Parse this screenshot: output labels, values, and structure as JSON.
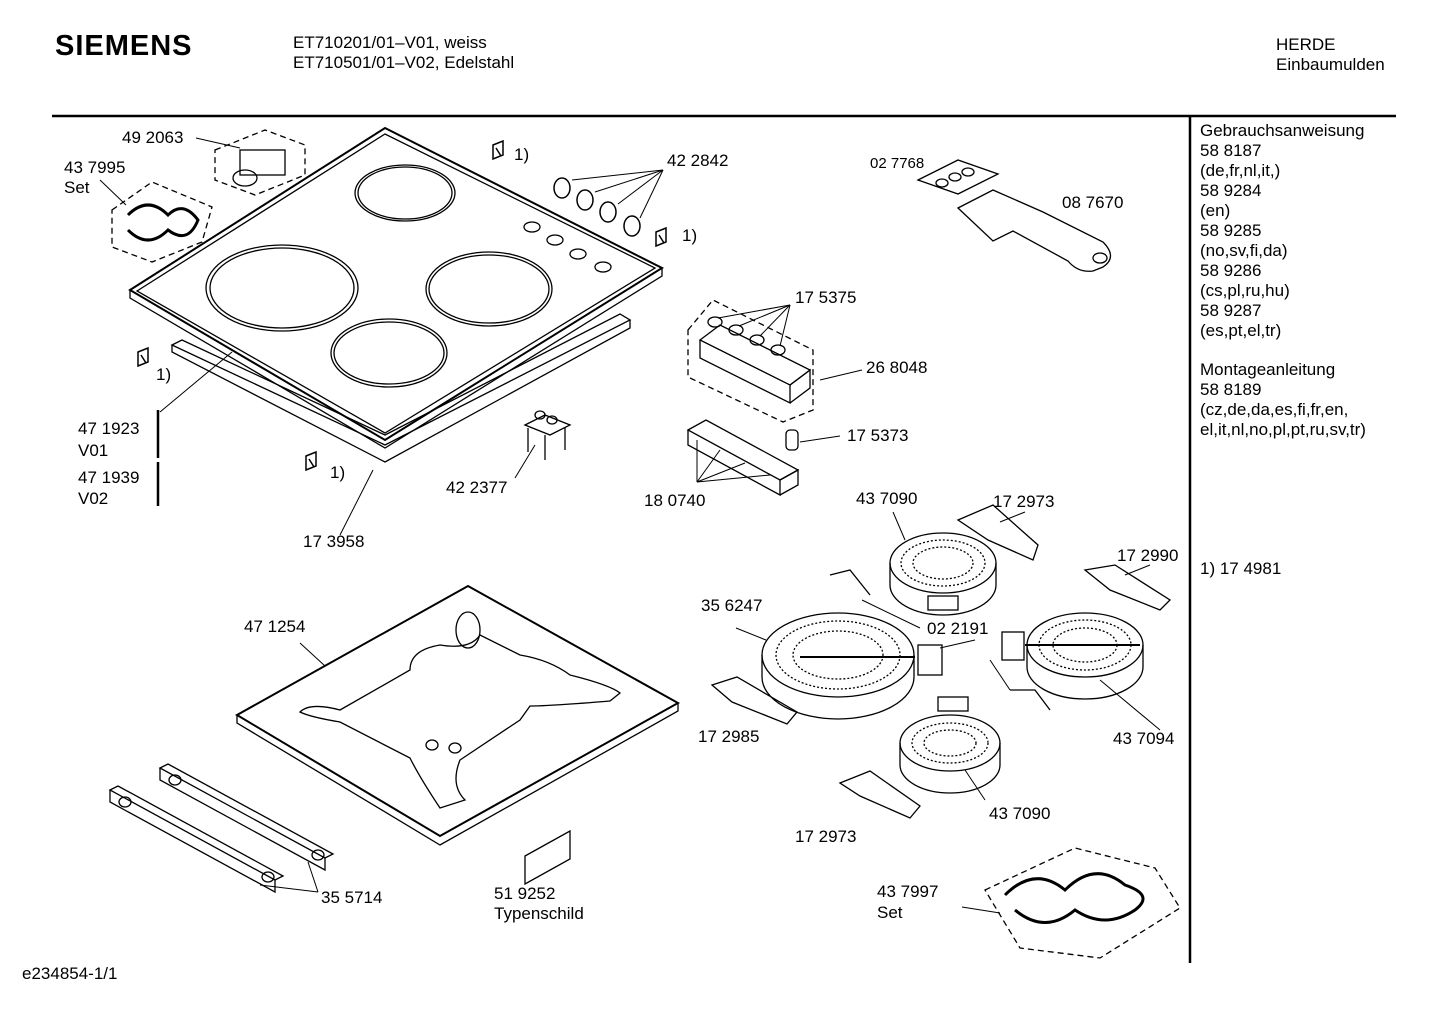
{
  "header": {
    "brand": "SIEMENS",
    "model_lines": [
      "ET710201/01–V01, weiss",
      "ET710501/01–V02, Edelstahl"
    ],
    "category_lines": [
      "HERDE",
      "Einbaumulden"
    ]
  },
  "parts": {
    "p492063": "49 2063",
    "p437995": "43 7995",
    "p437995_note": "Set",
    "note1_a": "1)",
    "note1_b": "1)",
    "note1_c": "1)",
    "note1_d": "1)",
    "p422842": "42 2842",
    "p027768": "02 7768",
    "p087670": "08 7670",
    "p175375": "17 5375",
    "p268048": "26 8048",
    "p175373": "17 5373",
    "p180740": "18 0740",
    "p422377": "42 2377",
    "p471923": "47 1923",
    "p471923_v": "V01",
    "p471939": "47 1939",
    "p471939_v": "V02",
    "p173958": "17 3958",
    "p437090a": "43 7090",
    "p172973a": "17 2973",
    "p172990": "17 2990",
    "p356247": "35 6247",
    "p022191": "02 2191",
    "p172985": "17 2985",
    "p437094": "43 7094",
    "p437090b": "43 7090",
    "p172973b": "17 2973",
    "p471254": "47 1254",
    "p355714": "35 5714",
    "p519252": "51 9252",
    "p519252_note": "Typenschild",
    "p437997": "43 7997",
    "p437997_note": "Set"
  },
  "sidebar": {
    "manual_title": "Gebrauchsanweisung",
    "manual_entries": [
      "58 8187",
      "(de,fr,nl,it,)",
      "58 9284",
      "(en)",
      "58 9285",
      "(no,sv,fi,da)",
      "58 9286",
      "(cs,pl,ru,hu)",
      "58 9287",
      "(es,pt,el,tr)"
    ],
    "mount_title": "Montageanleitung",
    "mount_entries": [
      "58 8189",
      "(cz,de,da,es,fi,fr,en,",
      "el,it,nl,no,pl,pt,ru,sv,tr)"
    ],
    "footnote": "1)  17 4981"
  },
  "footer": {
    "doc_id": "e234854-1/1"
  }
}
